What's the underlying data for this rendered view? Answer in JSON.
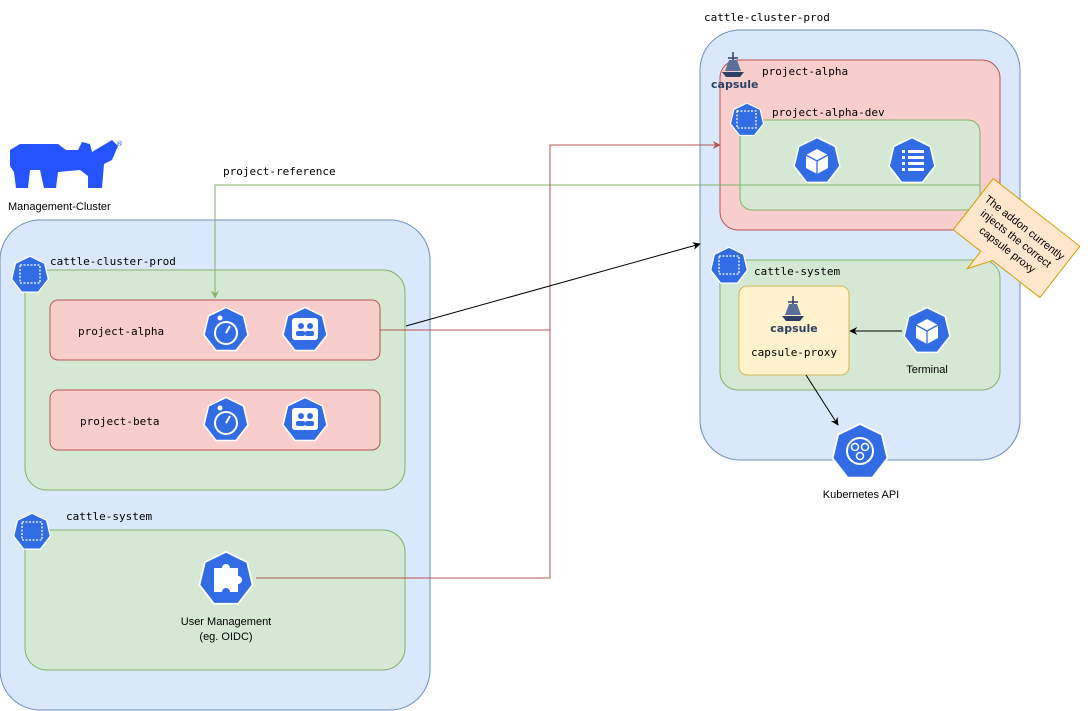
{
  "left": {
    "logo_label": "Management-Cluster",
    "project_reference_label": "project-reference",
    "cluster_label": "cattle-cluster-prod",
    "project_alpha_label": "project-alpha",
    "project_beta_label": "project-beta",
    "system_label": "cattle-system",
    "user_mgmt_line1": "User Management",
    "user_mgmt_line2": "(eg. OIDC)"
  },
  "right": {
    "cluster_label": "cattle-cluster-prod",
    "capsule_logo_text": "capsule",
    "project_alpha_label": "project-alpha",
    "project_alpha_dev_label": "project-alpha-dev",
    "system_label": "cattle-system",
    "proxy_logo_text": "capsule",
    "proxy_label": "capsule-proxy",
    "terminal_label": "Terminal",
    "api_label": "Kubernetes API"
  },
  "note": {
    "line1": "The addon currently",
    "line2": "injects the correct",
    "line3": "capsule proxy"
  },
  "colors": {
    "cluster_fill": "#dae8fc",
    "cluster_stroke": "#6c8ebf",
    "namespace_fill": "#d5e8d4",
    "namespace_stroke": "#82b366",
    "project_fill": "#f8cecc",
    "project_stroke": "#b85450",
    "proxy_fill": "#fff2cc",
    "proxy_stroke": "#d6b656",
    "note_fill": "#ffe6cc",
    "note_stroke": "#d79b00",
    "k8s_blue": "#326ce5",
    "rancher_blue": "#2453ff",
    "red_line": "#b85450",
    "green_line": "#82b366"
  }
}
